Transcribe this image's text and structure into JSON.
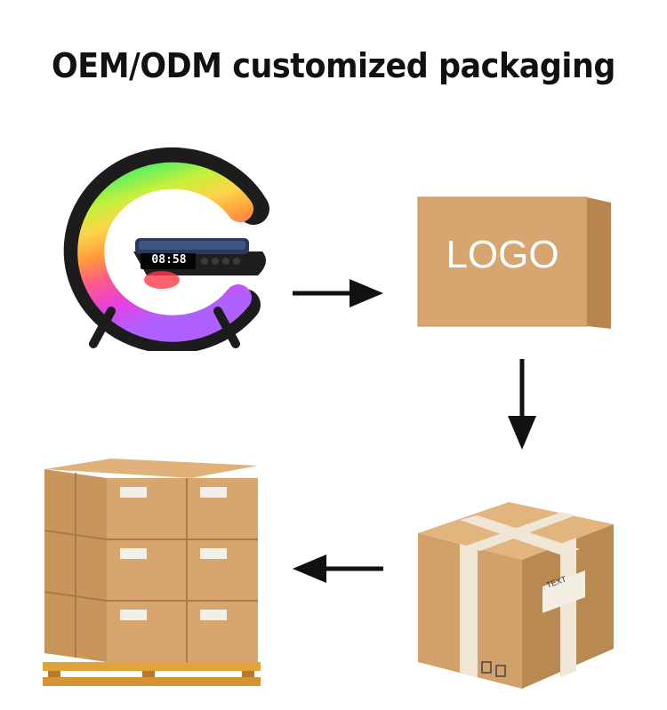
{
  "title": "OEM/ODM customized packaging",
  "product": {
    "clock_display": "08:58",
    "icon": "rgb-light-speaker-charger"
  },
  "box": {
    "logo_text": "LOGO",
    "label_text": "TEXT"
  },
  "arrows": [
    "arrow-right-icon",
    "arrow-down-icon",
    "arrow-left-icon"
  ],
  "colors": {
    "cardboard": "#d6a56f",
    "cardboard_dark": "#b8864e",
    "tape": "#efe6d6",
    "arrow": "#111111"
  }
}
